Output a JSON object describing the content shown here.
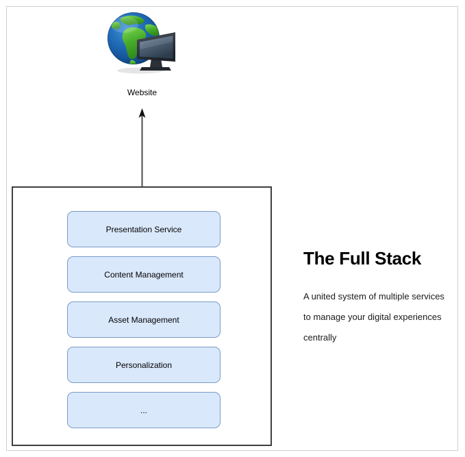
{
  "diagram": {
    "website_node": {
      "label": "Website",
      "icon": "globe-monitor-icon"
    },
    "arrow": {
      "icon": "arrow-up-icon",
      "direction": "up"
    },
    "platform": {
      "services": [
        {
          "label": "Presentation Service"
        },
        {
          "label": "Content Management"
        },
        {
          "label": "Asset Management"
        },
        {
          "label": "Personalization"
        },
        {
          "label": "..."
        }
      ]
    }
  },
  "description": {
    "heading": "The Full Stack",
    "body": "A united system of multiple services to manage your digital experiences centrally"
  },
  "colors": {
    "service_fill": "#dae8fc",
    "service_border": "#7a9cc6",
    "container_border": "#3f3f3f",
    "page_border": "#cfcfcf",
    "globe_ocean": "#1a5fa8",
    "globe_land": "#4caf2e",
    "monitor_body": "#2b2f36",
    "arrow": "#4d4d4d"
  }
}
